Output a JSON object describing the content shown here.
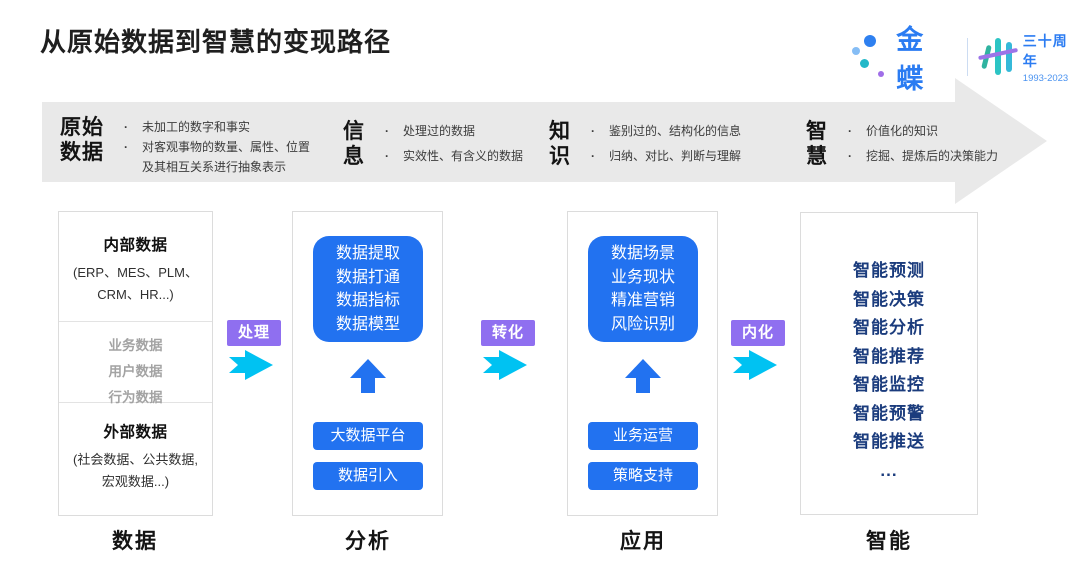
{
  "title": "从原始数据到智慧的变现路径",
  "logo": {
    "brand": "金蝶",
    "anniversary": "三十周年",
    "years": "1993-2023"
  },
  "banner": {
    "bullet_char": "·",
    "stages": [
      {
        "title_lines": [
          "原始",
          "数据"
        ],
        "bullets": [
          "未加工的数字和事实",
          "对客观事物的数量、属性、位置及其相互关系进行抽象表示"
        ]
      },
      {
        "title_lines": [
          "信",
          "息"
        ],
        "bullets": [
          "处理过的数据",
          "实效性、有含义的数据"
        ]
      },
      {
        "title_lines": [
          "知",
          "识"
        ],
        "bullets": [
          "鉴别过的、结构化的信息",
          "归纳、对比、判断与理解"
        ]
      },
      {
        "title_lines": [
          "智",
          "慧"
        ],
        "bullets": [
          "价值化的知识",
          "挖掘、提炼后的决策能力"
        ]
      }
    ]
  },
  "flow_labels": [
    "处理",
    "转化",
    "内化"
  ],
  "columns": {
    "data": {
      "internal": {
        "header": "内部数据",
        "sub_lines": [
          "(ERP、MES、PLM、",
          "CRM、HR...)"
        ]
      },
      "middle_items": [
        "业务数据",
        "用户数据",
        "行为数据"
      ],
      "external": {
        "header": "外部数据",
        "sub_lines": [
          "(社会数据、公共数据,",
          "宏观数据...)"
        ]
      }
    },
    "analysis": {
      "box_lines": [
        "数据提取",
        "数据打通",
        "数据指标",
        "数据模型"
      ],
      "buttons": [
        "大数据平台",
        "数据引入"
      ]
    },
    "application": {
      "box_lines": [
        "数据场景",
        "业务现状",
        "精准营销",
        "风险识别"
      ],
      "buttons": [
        "业务运营",
        "策略支持"
      ]
    },
    "intelligence": {
      "items": [
        "智能预测",
        "智能决策",
        "智能分析",
        "智能推荐",
        "智能监控",
        "智能预警",
        "智能推送",
        "..."
      ]
    }
  },
  "footer_labels": [
    "数据",
    "分析",
    "应用",
    "智能"
  ],
  "colors": {
    "blue": "#2272f0",
    "navy": "#1b3c7d",
    "cyan": "#00c2f2",
    "purple": "#8f6ff0",
    "banner_gray": "#e9e9e9"
  }
}
